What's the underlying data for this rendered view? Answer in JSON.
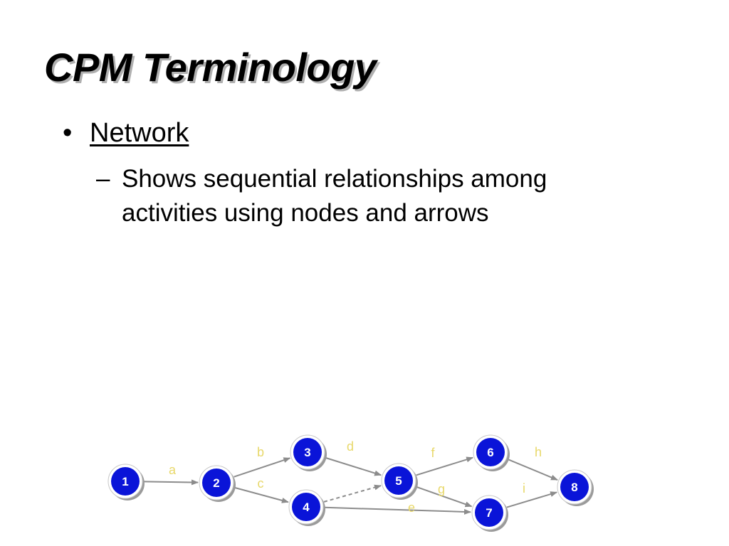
{
  "slide": {
    "title": "CPM Terminology",
    "bullet_symbol": "•",
    "bullet_term": "Network",
    "sub_dash": "–",
    "sub_text": "Shows sequential relationships among activities using nodes and arrows"
  },
  "diagram": {
    "colors": {
      "node_fill": "#0a14d8",
      "node_ring": "#ffffff",
      "node_shadow": "#9a9a9a",
      "edge": "#8c8c8c",
      "edge_label": "#e8d86a",
      "node_text": "#ffffff"
    },
    "nodes": [
      {
        "id": "1",
        "label": "1"
      },
      {
        "id": "2",
        "label": "2"
      },
      {
        "id": "3",
        "label": "3"
      },
      {
        "id": "4",
        "label": "4"
      },
      {
        "id": "5",
        "label": "5"
      },
      {
        "id": "6",
        "label": "6"
      },
      {
        "id": "7",
        "label": "7"
      },
      {
        "id": "8",
        "label": "8"
      }
    ],
    "edges": [
      {
        "from": "1",
        "to": "2",
        "label": "a",
        "dashed": false
      },
      {
        "from": "2",
        "to": "3",
        "label": "b",
        "dashed": false
      },
      {
        "from": "2",
        "to": "4",
        "label": "c",
        "dashed": false
      },
      {
        "from": "3",
        "to": "5",
        "label": "d",
        "dashed": false
      },
      {
        "from": "4",
        "to": "7",
        "label": "e",
        "dashed": false
      },
      {
        "from": "4",
        "to": "5",
        "label": "",
        "dashed": true
      },
      {
        "from": "5",
        "to": "6",
        "label": "f",
        "dashed": false
      },
      {
        "from": "5",
        "to": "7",
        "label": "g",
        "dashed": false
      },
      {
        "from": "6",
        "to": "8",
        "label": "h",
        "dashed": false
      },
      {
        "from": "7",
        "to": "8",
        "label": "i",
        "dashed": false
      }
    ]
  }
}
